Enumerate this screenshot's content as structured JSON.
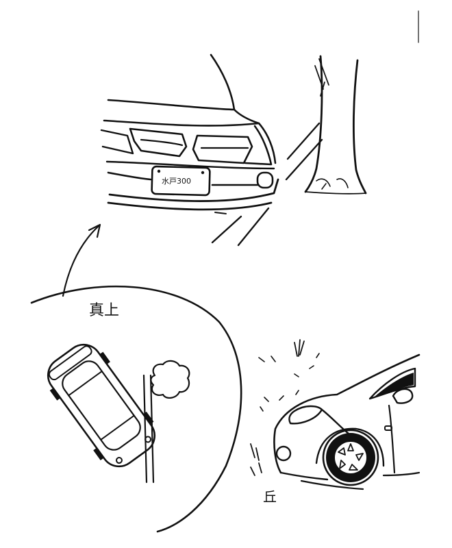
{
  "sketch": {
    "plate_text": "水戸300",
    "label_top": "真上",
    "label_hill": "丘"
  }
}
